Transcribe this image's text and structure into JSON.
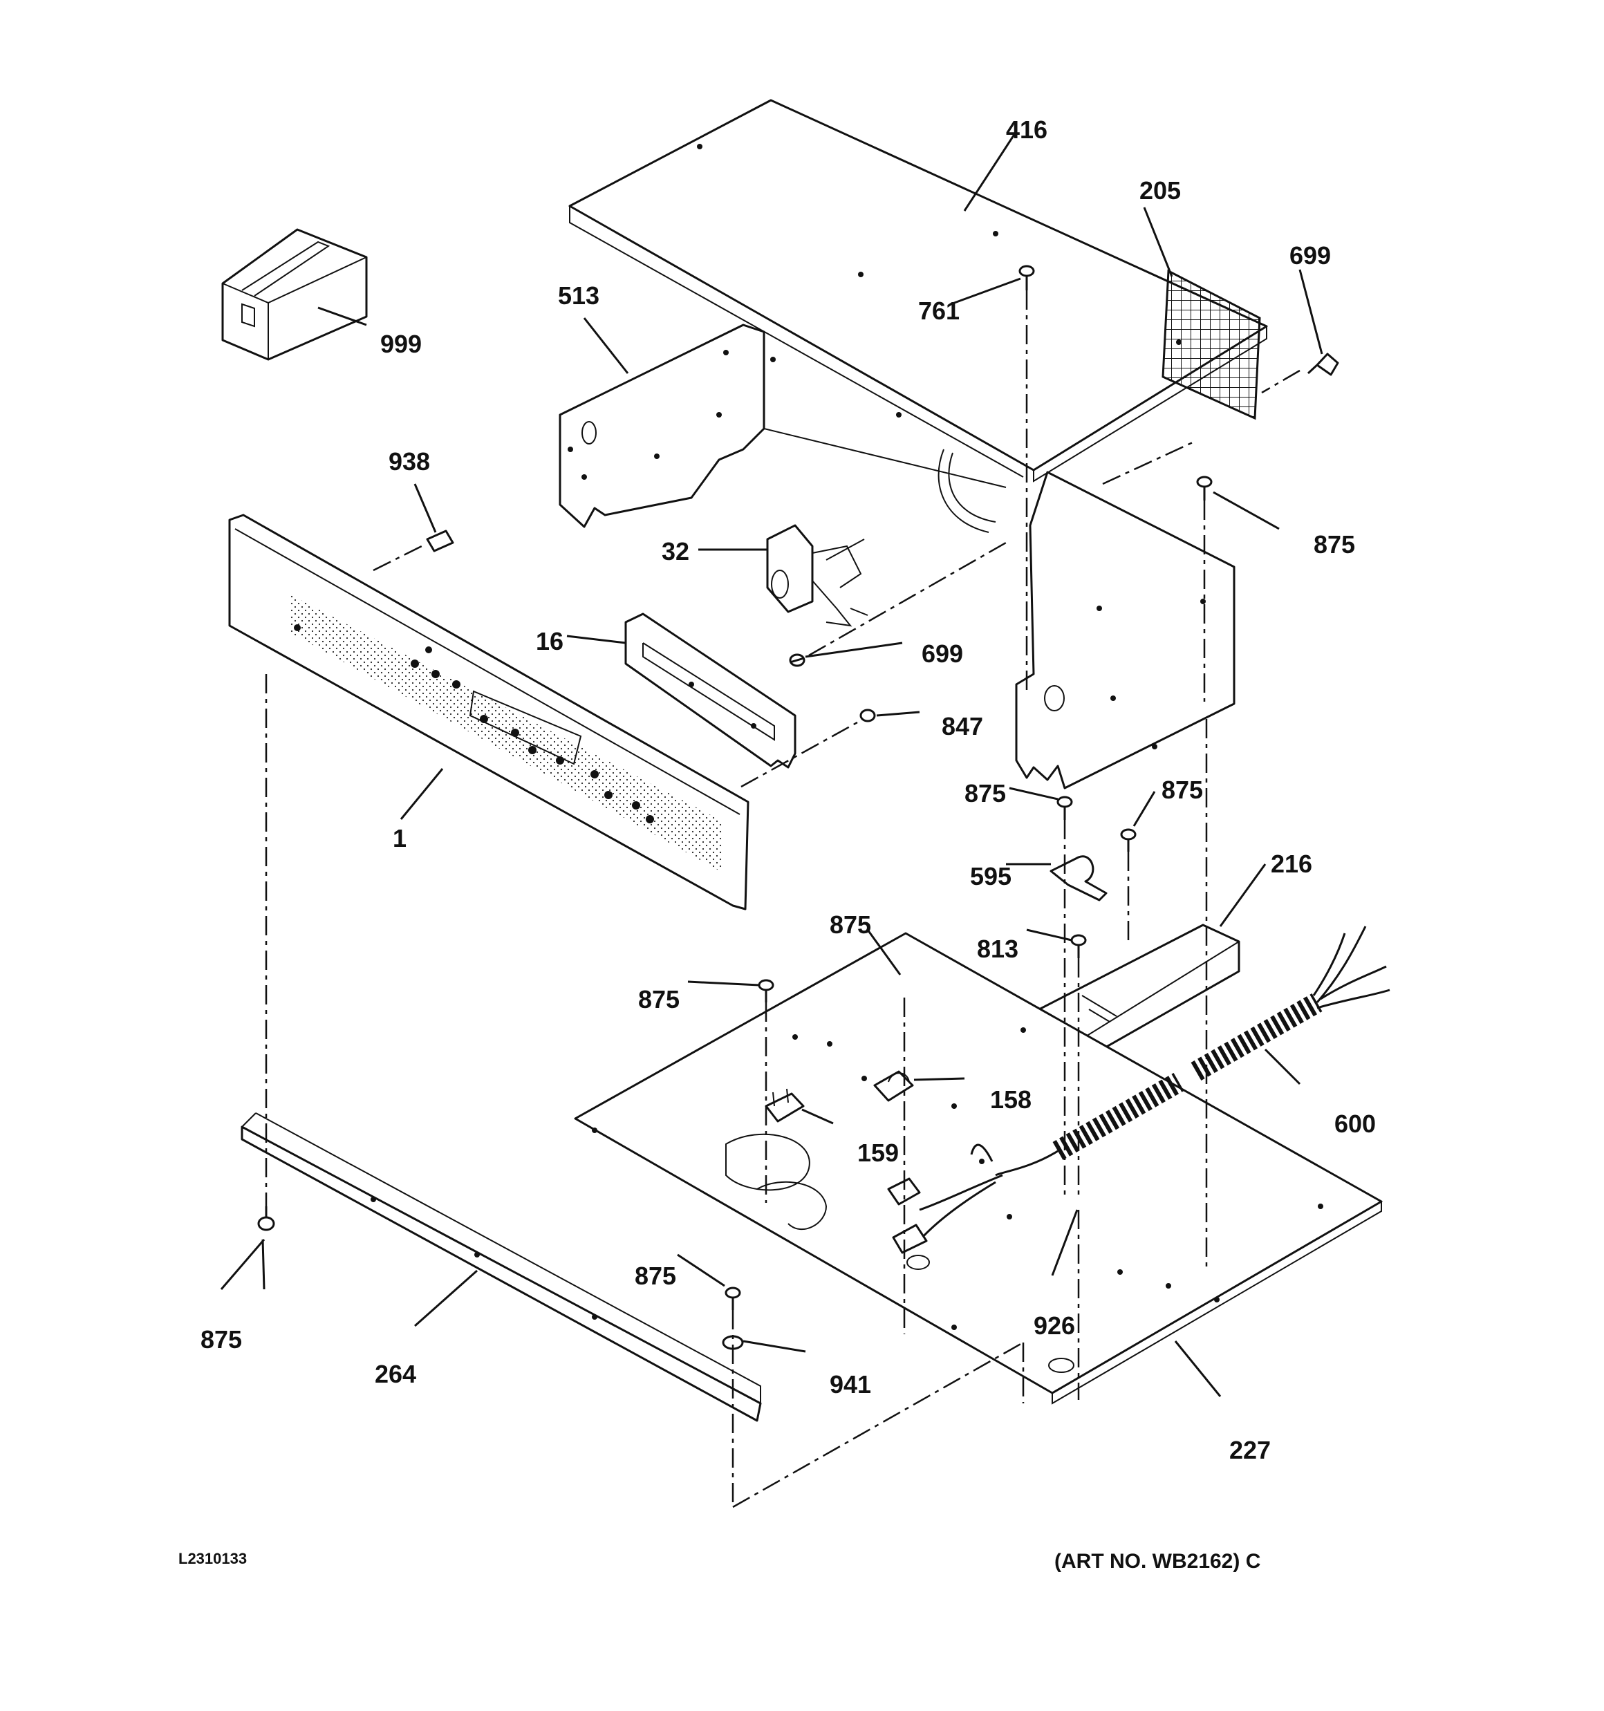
{
  "callouts": {
    "c416": "416",
    "c205": "205",
    "c699a": "699",
    "c761": "761",
    "c513": "513",
    "c999": "999",
    "c938": "938",
    "c875a": "875",
    "c32": "32",
    "c16": "16",
    "c699b": "699",
    "c847": "847",
    "c1": "1",
    "c875b": "875",
    "c875c": "875",
    "c595": "595",
    "c216": "216",
    "c875d": "875",
    "c813": "813",
    "c875e": "875",
    "c158": "158",
    "c600": "600",
    "c159": "159",
    "c875f": "875",
    "c875g": "875",
    "c941": "941",
    "c926": "926",
    "c264": "264",
    "c227": "227"
  },
  "footer": {
    "drawing_id": "L2310133",
    "art_no": "(ART NO. WB2162) C"
  }
}
